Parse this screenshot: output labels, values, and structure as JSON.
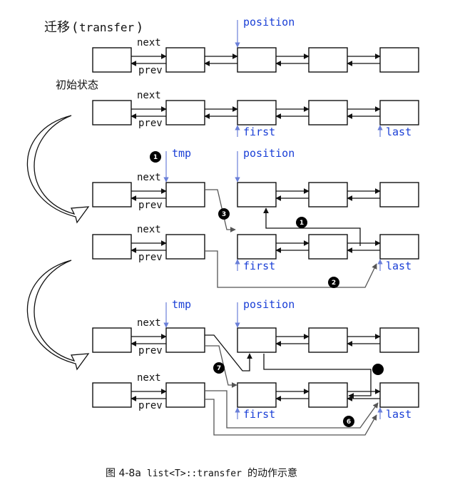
{
  "title": {
    "cjk": "迁移",
    "open": "(",
    "mono": "transfer",
    "close": ")"
  },
  "subtitle": "初始状态",
  "labels": {
    "next": "next",
    "prev": "prev",
    "position": "position",
    "first": "first",
    "last": "last",
    "tmp": "tmp"
  },
  "steps": [
    "1",
    "3",
    "1",
    "2",
    "7",
    "6"
  ],
  "caption": {
    "fig": "图 4-8a",
    "code": "list<T>::transfer",
    "desc": "的动作示意"
  },
  "colors": {
    "pointer": "#1a3fd6",
    "line": "#111111",
    "route": "#555555",
    "marker": "#000000"
  }
}
